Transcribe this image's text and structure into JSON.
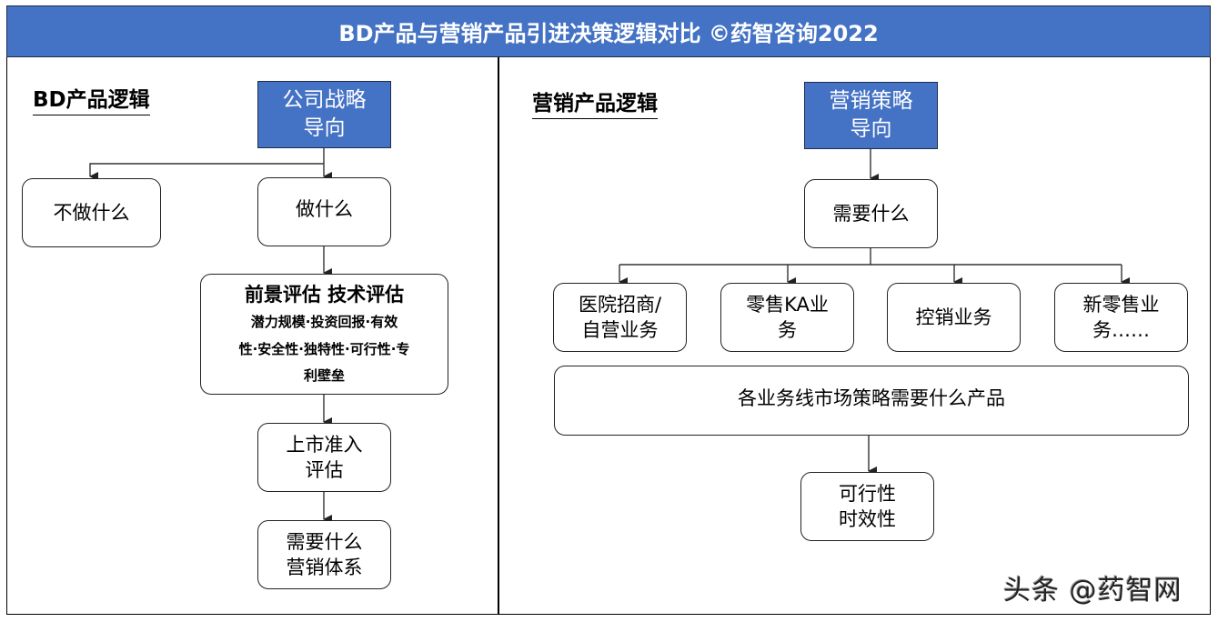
{
  "header": {
    "title": "BD产品与营销产品引进决策逻辑对比 ©药智咨询2022"
  },
  "colors": {
    "header_bg": "#4472c4",
    "box_border": "#222222",
    "text": "#000000",
    "header_text": "#ffffff"
  },
  "left": {
    "section_title": "BD产品逻辑",
    "root": {
      "line1": "公司战略",
      "line2": "导向"
    },
    "not_do": "不做什么",
    "do": "做什么",
    "evaluation": {
      "title": "前景评估 技术评估",
      "line1": "潜力规模·投资回报·有效",
      "line2": "性·安全性·独特性·可行性·专",
      "line3": "利壁垒"
    },
    "market_access": {
      "line1": "上市准入",
      "line2": "评估"
    },
    "marketing_system": {
      "line1": "需要什么",
      "line2": "营销体系"
    }
  },
  "right": {
    "section_title": "营销产品逻辑",
    "root": {
      "line1": "营销策略",
      "line2": "导向"
    },
    "need": "需要什么",
    "businesses": [
      {
        "line1": "医院招商/",
        "line2": "自营业务"
      },
      {
        "line1": "零售KA业",
        "line2": "务"
      },
      {
        "line1": "控销业务",
        "line2": ""
      },
      {
        "line1": "新零售业",
        "line2": "务……"
      }
    ],
    "product_need": "各业务线市场策略需要什么产品",
    "feasibility": {
      "line1": "可行性",
      "line2": "时效性"
    }
  },
  "watermark": "头条 @药智网"
}
